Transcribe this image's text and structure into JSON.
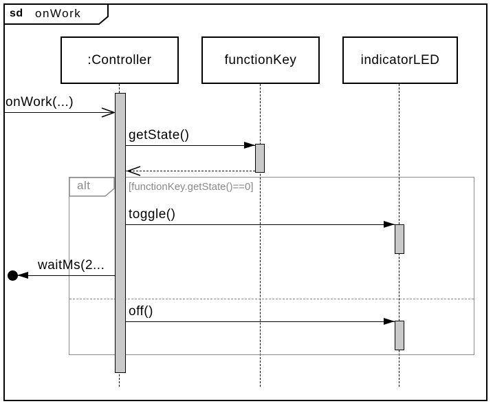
{
  "frame": {
    "keyword": "sd",
    "title": "onWork"
  },
  "lifelines": [
    {
      "name": ":Controller"
    },
    {
      "name": "functionKey"
    },
    {
      "name": "indicatorLED"
    }
  ],
  "messages": [
    {
      "label": "onWork(...)",
      "type": "async",
      "from": "frame-edge",
      "to": ":Controller"
    },
    {
      "label": "getState()",
      "type": "sync",
      "from": ":Controller",
      "to": "functionKey"
    },
    {
      "label": "",
      "type": "return",
      "from": "functionKey",
      "to": ":Controller"
    },
    {
      "label": "toggle()",
      "type": "sync",
      "from": ":Controller",
      "to": "indicatorLED"
    },
    {
      "label": "waitMs(2...",
      "type": "lost",
      "from": ":Controller",
      "to": "lost-circle"
    },
    {
      "label": "off()",
      "type": "sync",
      "from": ":Controller",
      "to": "indicatorLED"
    }
  ],
  "fragment": {
    "operator": "alt",
    "guard": "[functionKey.getState()==0]"
  },
  "colors": {
    "black": "#000000",
    "background": "#ffffff",
    "activation_fill": "#c9c9c9",
    "fragment_gray": "#8a8a8a"
  }
}
